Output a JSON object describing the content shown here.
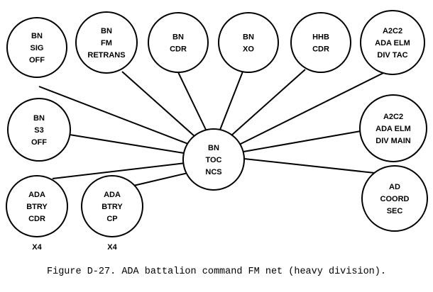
{
  "hub": {
    "id": "hub",
    "lines": [
      "BN",
      "TOC",
      "NCS"
    ]
  },
  "stations": [
    {
      "id": "bn-sig-off",
      "lines": [
        "BN",
        "SIG",
        "OFF"
      ]
    },
    {
      "id": "bn-fm-retrans",
      "lines": [
        "BN",
        "FM",
        "RETRANS"
      ]
    },
    {
      "id": "bn-cdr",
      "lines": [
        "BN",
        "CDR"
      ]
    },
    {
      "id": "bn-xo",
      "lines": [
        "BN",
        "XO"
      ]
    },
    {
      "id": "hhb-cdr",
      "lines": [
        "HHB",
        "CDR"
      ]
    },
    {
      "id": "a2c2-div-tac",
      "lines": [
        "A2C2",
        "ADA ELM",
        "DIV TAC"
      ]
    },
    {
      "id": "bn-s3-off",
      "lines": [
        "BN",
        "S3",
        "OFF"
      ]
    },
    {
      "id": "a2c2-div-main",
      "lines": [
        "A2C2",
        "ADA ELM",
        "DIV MAIN"
      ]
    },
    {
      "id": "ada-btry-cdr",
      "lines": [
        "ADA",
        "BTRY",
        "CDR"
      ],
      "multiplier": "X4"
    },
    {
      "id": "ada-btry-cp",
      "lines": [
        "ADA",
        "BTRY",
        "CP"
      ],
      "multiplier": "X4"
    },
    {
      "id": "ad-coord-sec",
      "lines": [
        "AD",
        "COORD",
        "SEC"
      ]
    }
  ],
  "caption": "Figure D-27. ADA battalion command FM net (heavy division)."
}
